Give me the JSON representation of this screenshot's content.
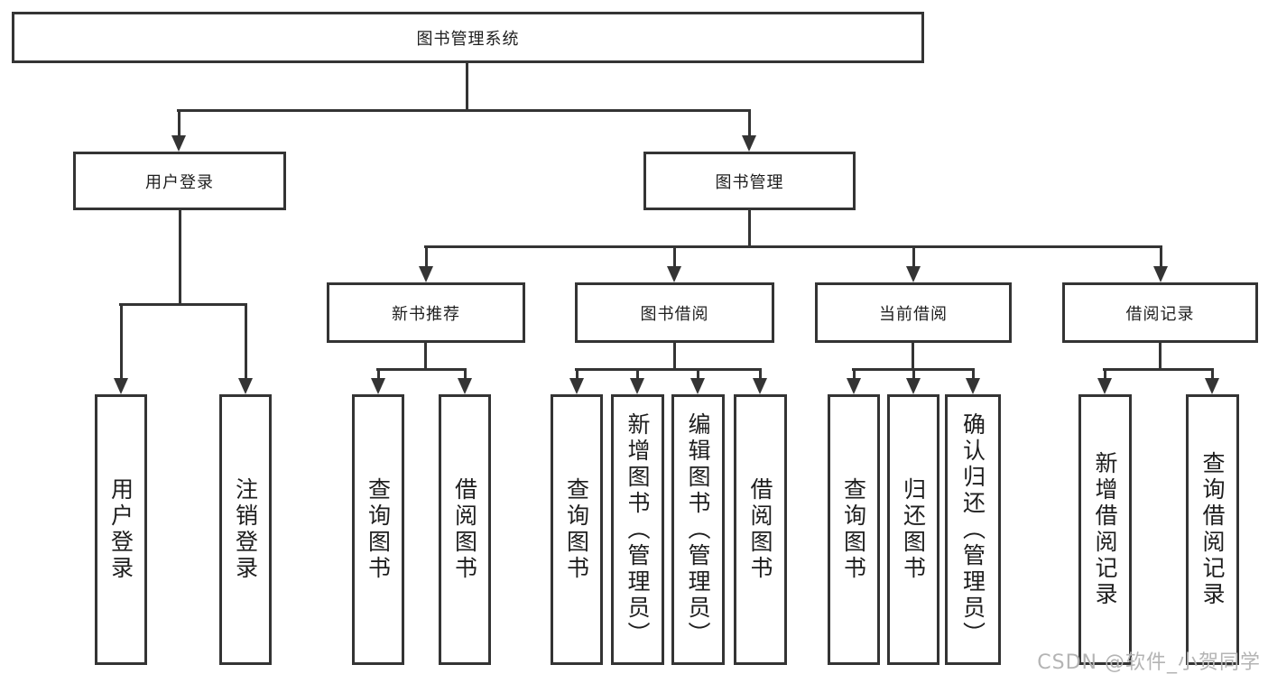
{
  "diagram": {
    "root": {
      "label": "图书管理系统"
    },
    "level2": [
      {
        "label": "用户登录"
      },
      {
        "label": "图书管理"
      }
    ],
    "level3": [
      {
        "label": "新书推荐"
      },
      {
        "label": "图书借阅"
      },
      {
        "label": "当前借阅"
      },
      {
        "label": "借阅记录"
      }
    ],
    "leaves": {
      "login": [
        {
          "label": "用户登录"
        },
        {
          "label": "注销登录"
        }
      ],
      "recommend": [
        {
          "label": "查询图书"
        },
        {
          "label": "借阅图书"
        }
      ],
      "borrow": [
        {
          "label": "查询图书"
        },
        {
          "label": "新增图书（管理员）"
        },
        {
          "label": "编辑图书（管理员）"
        },
        {
          "label": "借阅图书"
        }
      ],
      "current": [
        {
          "label": "查询图书"
        },
        {
          "label": "归还图书"
        },
        {
          "label": "确认归还（管理员）"
        }
      ],
      "records": [
        {
          "label": "新增借阅记录"
        },
        {
          "label": "查询借阅记录"
        }
      ]
    },
    "watermark": "CSDN @软件_小贺同学"
  }
}
